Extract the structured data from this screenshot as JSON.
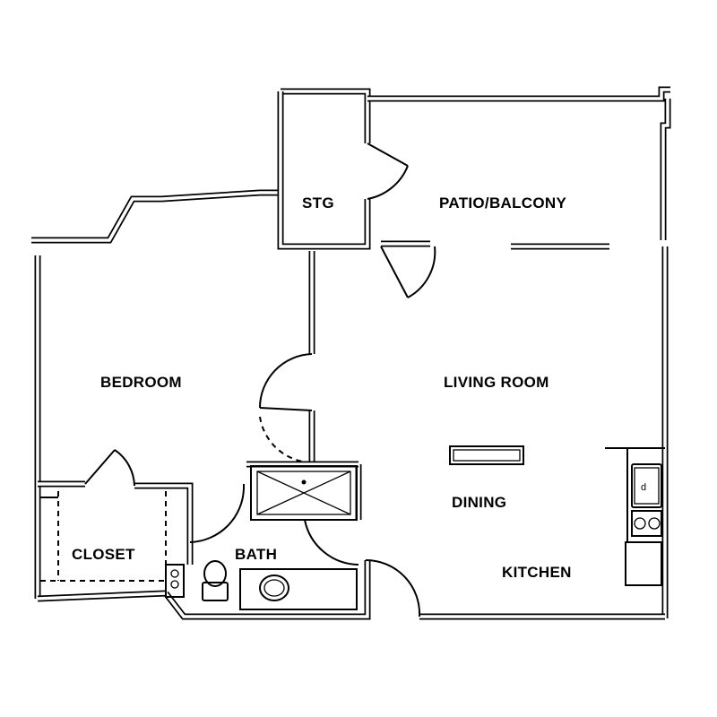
{
  "plan": {
    "rooms": {
      "storage": "STG",
      "patio": "PATIO/BALCONY",
      "bedroom": "BEDROOM",
      "living": "LIVING ROOM",
      "dining": "DINING",
      "closet": "CLOSET",
      "bath": "BATH",
      "kitchen": "KITCHEN"
    }
  }
}
